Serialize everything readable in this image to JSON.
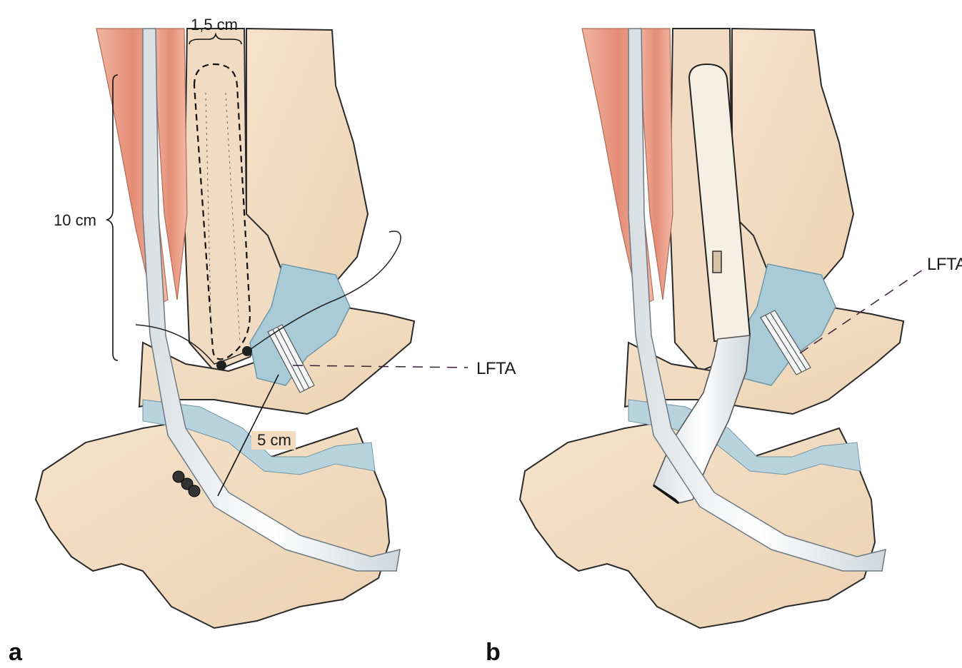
{
  "panels": [
    {
      "letter": "a",
      "labels": {
        "width_measure": "1,5 cm",
        "length_measure": "10 cm",
        "distance_measure": "5 cm",
        "ligament": "LFTA"
      }
    },
    {
      "letter": "b",
      "labels": {
        "ligament": "LFTA"
      }
    }
  ],
  "colors": {
    "bone": "#f3dcc0",
    "bone_shadow": "#c9b095",
    "cartilage": "#a9cbd8",
    "muscle": "#e79c86",
    "tendon": "#eef1f3",
    "outline": "#2a2a2a"
  }
}
